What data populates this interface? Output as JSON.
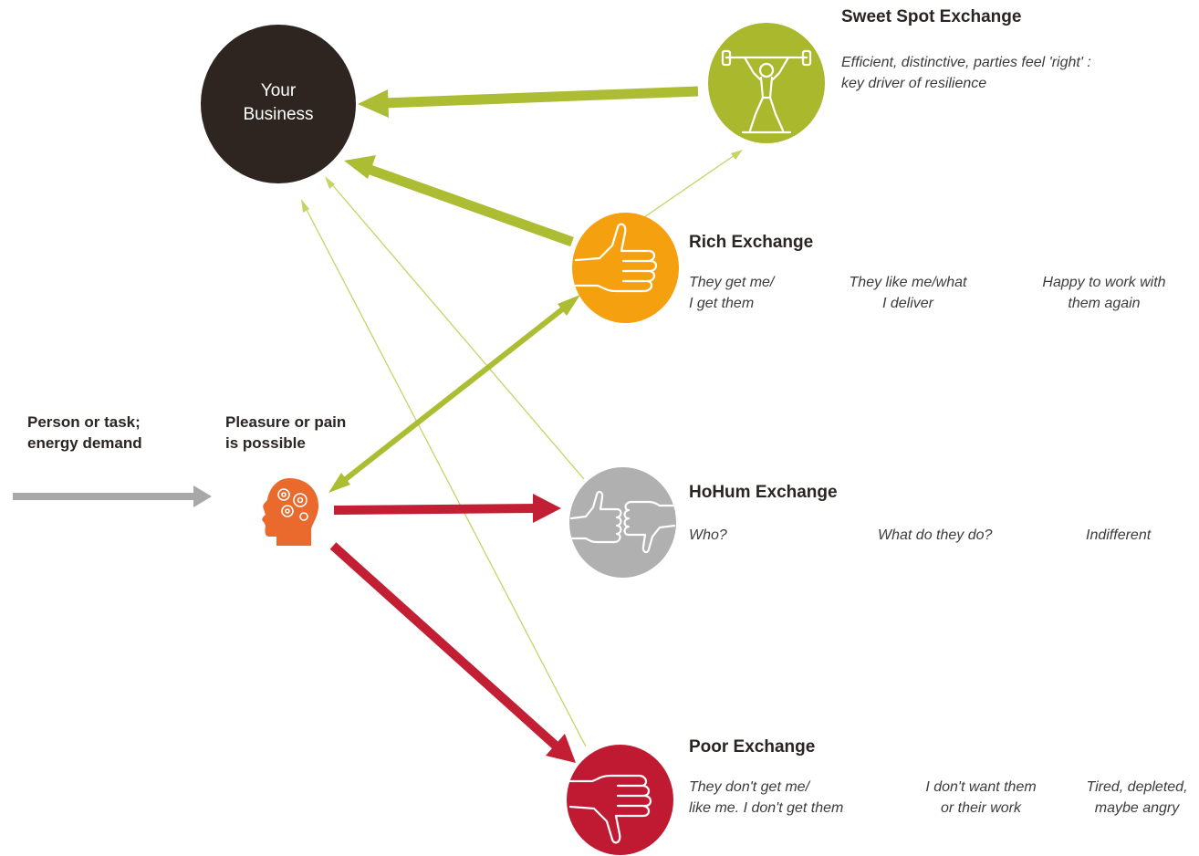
{
  "colors": {
    "business": "#2e2520",
    "sweet_spot": "#a9b82c",
    "rich": "#f5a00f",
    "hohum": "#b0b0b0",
    "poor": "#c01a32",
    "head": "#e96a2c",
    "input_arrow": "#a8a8a8",
    "positive_arrow": "#adbd33",
    "negative_arrow": "#c21f35"
  },
  "business": {
    "label_line1": "Your",
    "label_line2": "Business"
  },
  "input": {
    "label_line1": "Person or task;",
    "label_line2": "energy demand",
    "icon": "arrow-right-icon"
  },
  "person": {
    "label_line1": "Pleasure or pain",
    "label_line2": "is possible",
    "icon": "head-with-gears-icon"
  },
  "exchanges": {
    "sweet_spot": {
      "title": "Sweet Spot Exchange",
      "icon": "weightlifter-icon",
      "desc_line1": "Efficient, distinctive, parties feel 'right' :",
      "desc_line2": "key driver of resilience"
    },
    "rich": {
      "title": "Rich Exchange",
      "icon": "thumbs-up-icon",
      "col1_line1": "They get me/",
      "col1_line2": "I get them",
      "col2_line1": "They like me/what",
      "col2_line2": "I deliver",
      "col3_line1": "Happy to work with",
      "col3_line2": "them again"
    },
    "hohum": {
      "title": "HoHum Exchange",
      "icon": "thumbs-sideways-icon",
      "col1": "Who?",
      "col2": "What do they do?",
      "col3": "Indifferent"
    },
    "poor": {
      "title": "Poor Exchange",
      "icon": "thumbs-down-icon",
      "col1_line1": "They don't get me/",
      "col1_line2": "like me. I don't get them",
      "col2_line1": "I don't want them",
      "col2_line2": "or their work",
      "col3_line1": "Tired, depleted,",
      "col3_line2": "maybe angry"
    }
  }
}
